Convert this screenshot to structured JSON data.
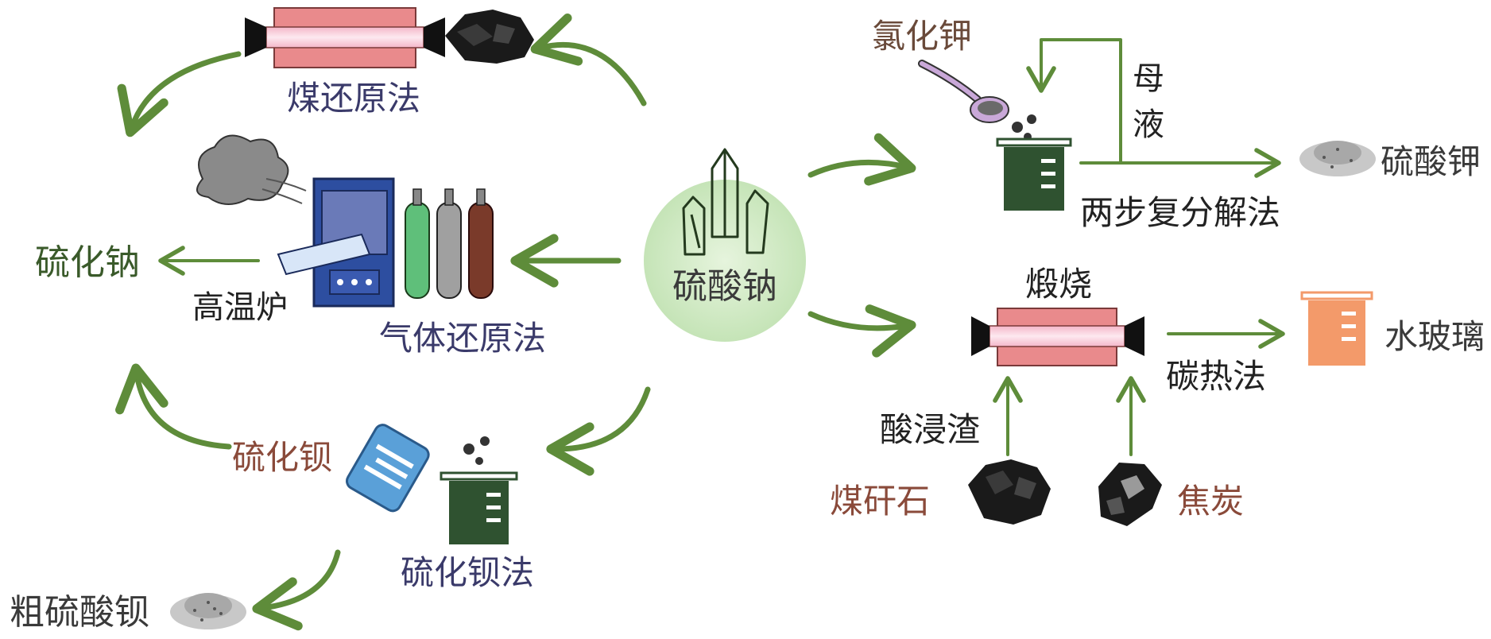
{
  "colors": {
    "arrow_green": "#5e8c3a",
    "text_dark": "#3a3a3a",
    "text_brown": "#8a4a3a",
    "text_blue": "#3a3a6a",
    "text_green": "#3a5a2a",
    "beaker_green": "#2f5230",
    "furnace_pink": "#e98a8c",
    "beaker_orange": "#f39a6a",
    "beaker_blue": "#5aa0d8",
    "crystal_circle": "#cde8c2"
  },
  "center": {
    "label": "硫酸钠"
  },
  "left": {
    "coal_method": "煤还原法",
    "gas_method": "气体还原法",
    "furnace": "高温炉",
    "product_na2s": "硫化钠",
    "barium_sulfide": "硫化钡",
    "barium_method": "硫化钡法",
    "crude_baso4": "粗硫酸钡"
  },
  "right": {
    "kcl": "氯化钾",
    "mother_liquor_1": "母",
    "mother_liquor_2": "液",
    "two_step": "两步复分解法",
    "k2so4": "硫酸钾",
    "calcination": "煅烧",
    "carbothermal": "碳热法",
    "water_glass": "水玻璃",
    "acid_residue": "酸浸渣",
    "coal_gangue": "煤矸石",
    "coke": "焦炭"
  }
}
